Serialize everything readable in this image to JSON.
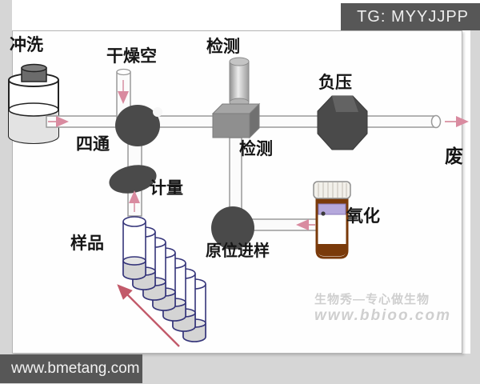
{
  "window": {
    "tag_badge": "TG: MYYJJPP",
    "footer_url": "www.bmetang.com"
  },
  "watermark": {
    "line1": "生物秀—专心做生物",
    "line2": "www.bbioo.com"
  },
  "diagram": {
    "labels": {
      "rinse": "冲洗",
      "dry_air": "干燥空",
      "detector_top": "检测",
      "negative_pressure": "负压",
      "four_way_valve": "四通",
      "detector_mid": "检测",
      "waste": "废",
      "metering": "计量",
      "oxidation": "氧化",
      "sample": "样品",
      "in_situ_injection": "原位进样"
    },
    "sample_tube_count": 7,
    "colors": {
      "valve_dark": "#4a4a4a",
      "cube_gray": "#8f8f8f",
      "tube_outline": "#9a9a9a",
      "sample_tube_blue": "#35357a",
      "flow_arrow_pink": "#dc9dac",
      "direction_arrow_red": "#c25a6a",
      "oxidation_bottle_brown": "#7a3a0a",
      "oxidation_bottle_purple": "#b5a8dc",
      "badge_bg": "#575757"
    }
  }
}
